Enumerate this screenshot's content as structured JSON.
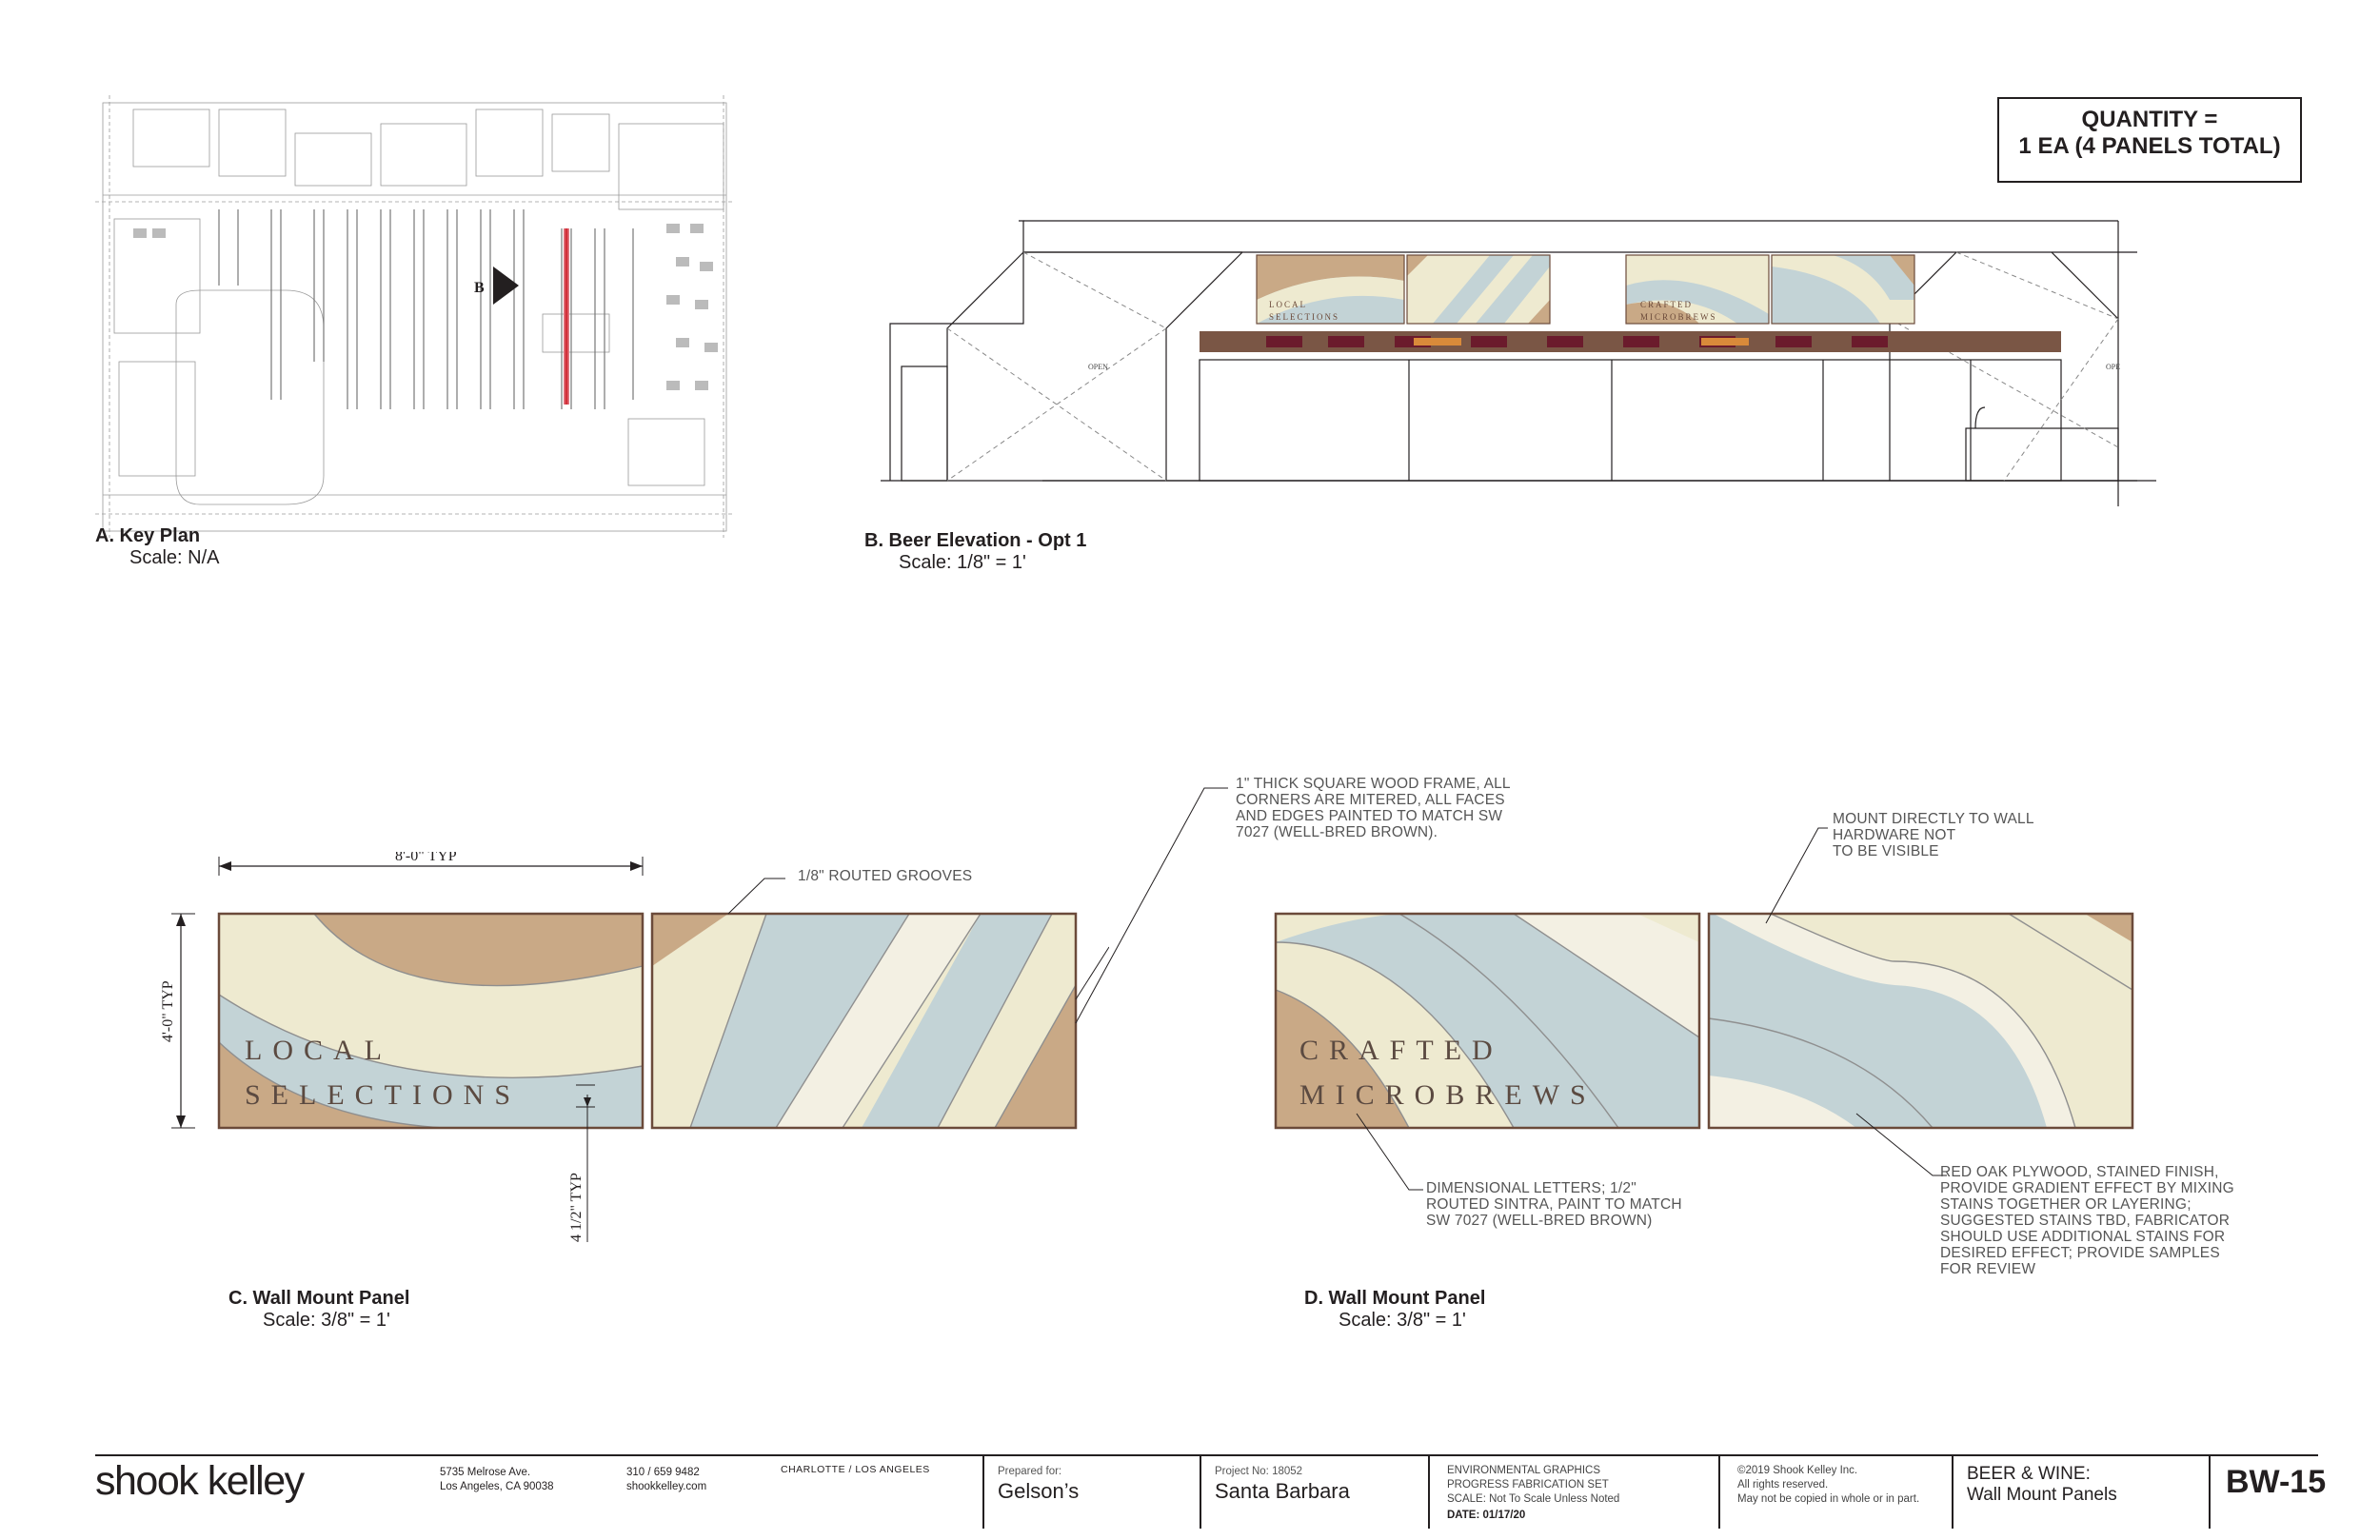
{
  "quantity": {
    "line1": "QUANTITY =",
    "line2": "1 EA (4 PANELS TOTAL)"
  },
  "drawings": {
    "a": {
      "label": "A.  Key Plan",
      "scale": "Scale: N/A",
      "marker": "B"
    },
    "b": {
      "label": "B.  Beer Elevation - Opt 1",
      "scale": "Scale: 1/8\" = 1'",
      "open_left": "OPEN",
      "open_right": "OPE"
    },
    "c": {
      "label": "C.  Wall Mount Panel",
      "scale": "Scale: 3/8\" = 1'"
    },
    "d": {
      "label": "D.  Wall Mount Panel",
      "scale": "Scale: 3/8\" = 1'"
    }
  },
  "panels": {
    "local_line1": "LOCAL",
    "local_line2": "SELECTIONS",
    "crafted_line1": "CRAFTED",
    "crafted_line2": "MICROBREWS"
  },
  "dimensions": {
    "width": "8'-0\" TYP",
    "height": "4'-0\" TYP",
    "letter": "4 1/2\" TYP"
  },
  "notes": {
    "grooves": "1/8\" ROUTED GROOVES",
    "frame": "1\" THICK SQUARE WOOD FRAME, ALL\nCORNERS ARE MITERED, ALL FACES\nAND EDGES PAINTED TO MATCH SW\n7027 (WELL-BRED BROWN).",
    "mount": "MOUNT DIRECTLY TO WALL\nHARDWARE NOT\nTO BE VISIBLE",
    "letters": "DIMENSIONAL LETTERS; 1/2\"\nROUTED SINTRA, PAINT TO MATCH\nSW 7027 (WELL-BRED BROWN)",
    "plywood": "RED OAK PLYWOOD, STAINED FINISH,\nPROVIDE GRADIENT EFFECT BY MIXING\nSTAINS TOGETHER OR LAYERING;\nSUGGESTED STAINS TBD, FABRICATOR\nSHOULD USE ADDITIONAL STAINS FOR\nDESIRED EFFECT; PROVIDE SAMPLES\nFOR REVIEW"
  },
  "title_block": {
    "logo": "shook kelley",
    "address": "5735 Melrose Ave.\nLos Angeles, CA 90038",
    "phone": "310 / 659 9482\nshookkelley.com",
    "cities": "CHARLOTTE / LOS ANGELES",
    "prepared_label": "Prepared for:",
    "client": "Gelson’s",
    "project_label": "Project No: 18052",
    "project": "Santa Barbara",
    "set_info": "ENVIRONMENTAL GRAPHICS\nPROGRESS FABRICATION SET\nSCALE: Not To Scale Unless Noted",
    "date": "DATE: 01/17/20",
    "copyright": "©2019 Shook Kelley Inc.\nAll rights reserved.\nMay not be copied in whole or in part.",
    "sheet_title": "BEER & WINE:\nWall Mount Panels",
    "sheet_no": "BW-15"
  },
  "colors": {
    "ink": "#231f20",
    "wood": "#c9a986",
    "cream": "#eeead0",
    "blue": "#c3d3d6",
    "offwhite": "#f3f0e3",
    "frame": "#6b4a3a",
    "rail": "#7a5645",
    "accent": "#d3303a"
  }
}
